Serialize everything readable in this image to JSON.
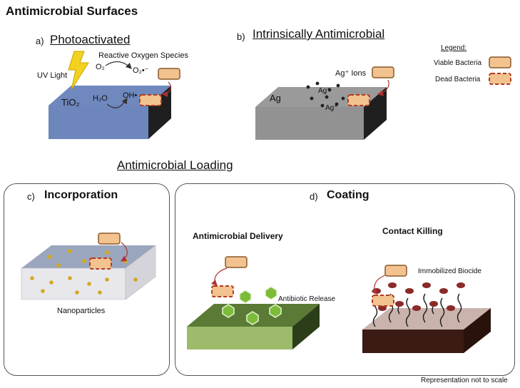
{
  "title": "Antimicrobial Surfaces",
  "section_a": {
    "letter": "a)",
    "title": "Photoactivated",
    "uv_light": "UV Light",
    "ros": "Reactive Oxygen Species",
    "o2": "O₂",
    "superoxide": "O₂•⁻",
    "h2o": "H₂O",
    "oh": "OH•",
    "tio2": "TiO₂"
  },
  "section_b": {
    "letter": "b)",
    "title": "Intrinsically Antimicrobial",
    "ag": "Ag",
    "ag_ions": "Ag⁺ Ions",
    "ion_labels": [
      "Ag⁺",
      "Ag⁺"
    ]
  },
  "legend": {
    "title": "Legend:",
    "viable": "Viable Bacteria",
    "dead": "Dead Bacteria"
  },
  "loading_title": "Antimicrobial Loading",
  "section_c": {
    "letter": "c)",
    "title": "Incorporation",
    "nanoparticles": "Nanoparticles"
  },
  "section_d": {
    "letter": "d)",
    "title": "Coating",
    "delivery": "Antimicrobial Delivery",
    "antibiotic": "Antibiotic Release",
    "contact": "Contact Killing",
    "biocide": "Immobilized Biocide"
  },
  "footnote": "Representation not to scale",
  "colors": {
    "tio2_top": "#6f88be",
    "ag_top": "#9a9a9a",
    "incorp_top": "#9aa6be",
    "incorp_side": "#e8e8ec",
    "delivery_top": "#5a7a35",
    "contact_top": "#c9b3ac",
    "contact_side": "#3a1c14",
    "bacteria_fill": "#f2c28f",
    "bacteria_border": "#8a5a2a",
    "dead_border": "#b23a1f",
    "hexagon": "#7cbc3a",
    "biocide": "#8a2a2a",
    "uv": "#f2d21e"
  }
}
